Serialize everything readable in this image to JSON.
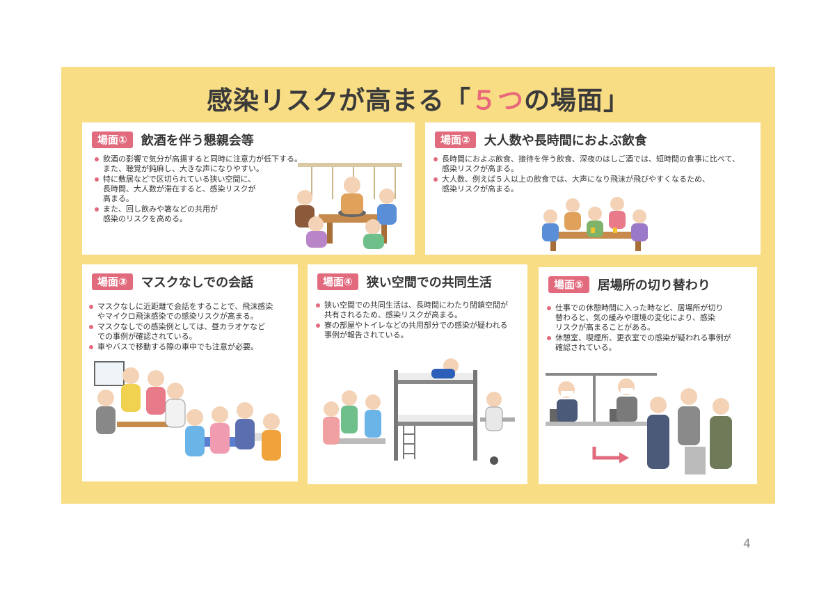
{
  "title": {
    "before": "感染リスクが高まる「",
    "accent": "５つ",
    "after": "の場面」"
  },
  "scenes": [
    {
      "badge": "場面①",
      "title": "飲酒を伴う懇親会等",
      "bullets": [
        "飲酒の影響で気分が高揚すると同時に注意力が低下する。\nまた、聴覚が鈍麻し、大きな声になりやすい。",
        "特に敷居などで区切られている狭い空間に、\n長時間、大人数が滞在すると、感染リスクが\n高まる。",
        "また、回し飲みや箸などの共用が\n感染のリスクを高める。"
      ]
    },
    {
      "badge": "場面②",
      "title": "大人数や長時間におよぶ飲食",
      "bullets": [
        "長時間におよぶ飲食、接待を伴う飲食、深夜のはしご酒では、短時間の食事に比べて、\n感染リスクが高まる。",
        "大人数、例えば５人以上の飲食では、大声になり飛沫が飛びやすくなるため、\n感染リスクが高まる。"
      ]
    },
    {
      "badge": "場面③",
      "title": "マスクなしでの会話",
      "bullets": [
        "マスクなしに近距離で会話をすることで、飛沫感染\nやマイクロ飛沫感染での感染リスクが高まる。",
        "マスクなしでの感染例としては、昼カラオケなど\nでの事例が確認されている。",
        "車やバスで移動する際の車中でも注意が必要。"
      ]
    },
    {
      "badge": "場面④",
      "title": "狭い空間での共同生活",
      "bullets": [
        "狭い空間での共同生活は、長時間にわたり閉鎖空間が\n共有されるため、感染リスクが高まる。",
        "寮の部屋やトイレなどの共用部分での感染が疑われる\n事例が報告されている。"
      ]
    },
    {
      "badge": "場面⑤",
      "title": "居場所の切り替わり",
      "bullets": [
        "仕事での休憩時間に入った時など、居場所が切り\n替わると、気の緩みや環境の変化により、感染\nリスクが高まることがある。",
        "休憩室、喫煙所、更衣室での感染が疑われる事例が\n確認されている。"
      ]
    }
  ],
  "page_number": "4",
  "colors": {
    "poster_bg": "#f8dd84",
    "accent_pink": "#e26a7d",
    "title_text": "#3a3a3a"
  }
}
